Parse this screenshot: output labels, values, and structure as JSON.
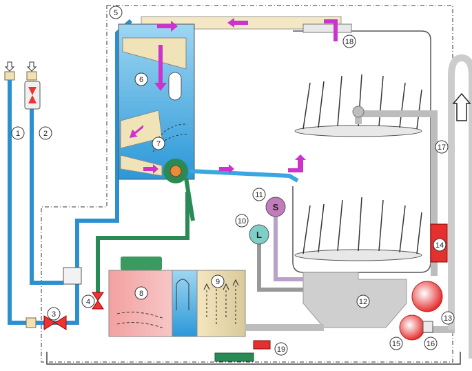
{
  "callouts": [
    "1",
    "2",
    "3",
    "4",
    "5",
    "6",
    "7",
    "8",
    "9",
    "10",
    "11",
    "12",
    "13",
    "14",
    "15",
    "16",
    "17",
    "18",
    "19"
  ],
  "sensor_labels": {
    "salt": "S",
    "level": "L"
  },
  "colors": {
    "fresh_water": "#3aa7e0",
    "softened_water": "#2a8a55",
    "waste_water": "#c8c8c8",
    "salt_tank": "#f2a4a4",
    "heater": "#e53030",
    "flow_arrow": "#cc33cc",
    "hot_water": "#e64a3a"
  }
}
